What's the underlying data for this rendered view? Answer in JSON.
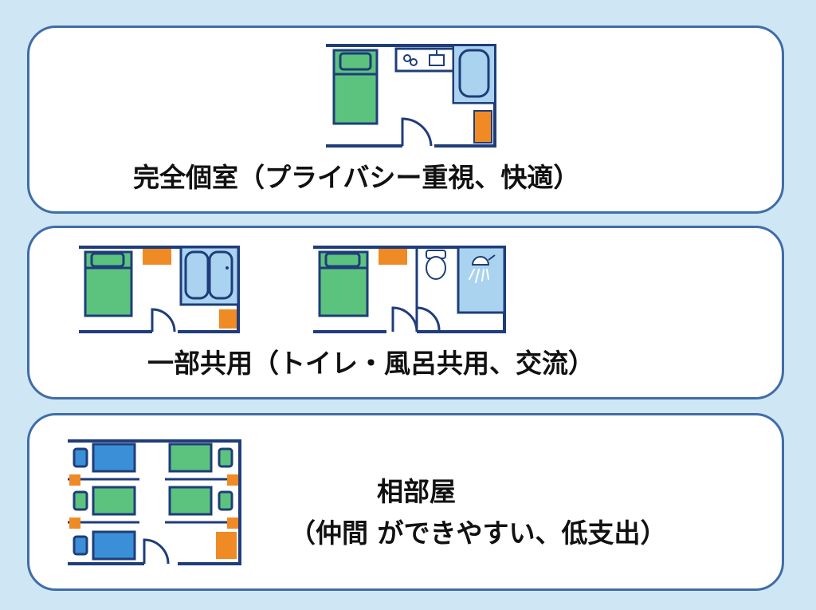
{
  "colors": {
    "background": "#cfe6f4",
    "card_border": "#3f6da8",
    "wall": "#1f3d7a",
    "bed": "#5cc37e",
    "pillow": "#5cc37e",
    "dorm_bed": "#3b8fd6",
    "locker": "#f08a24",
    "water": "#a9d3ef"
  },
  "sections": [
    {
      "id": "private",
      "label": "完全個室（プライバシー重視、快適）",
      "icon": "private-room-floorplan-icon"
    },
    {
      "id": "shared",
      "label": "一部共用（トイレ・風呂共用、交流）",
      "icons": [
        "bath-room-floorplan-icon",
        "shower-room-floorplan-icon"
      ]
    },
    {
      "id": "dorm",
      "label_line1": "相部屋",
      "label_line2": "（仲間 ができやすい、低支出）",
      "icon": "dormitory-floorplan-icon"
    }
  ]
}
